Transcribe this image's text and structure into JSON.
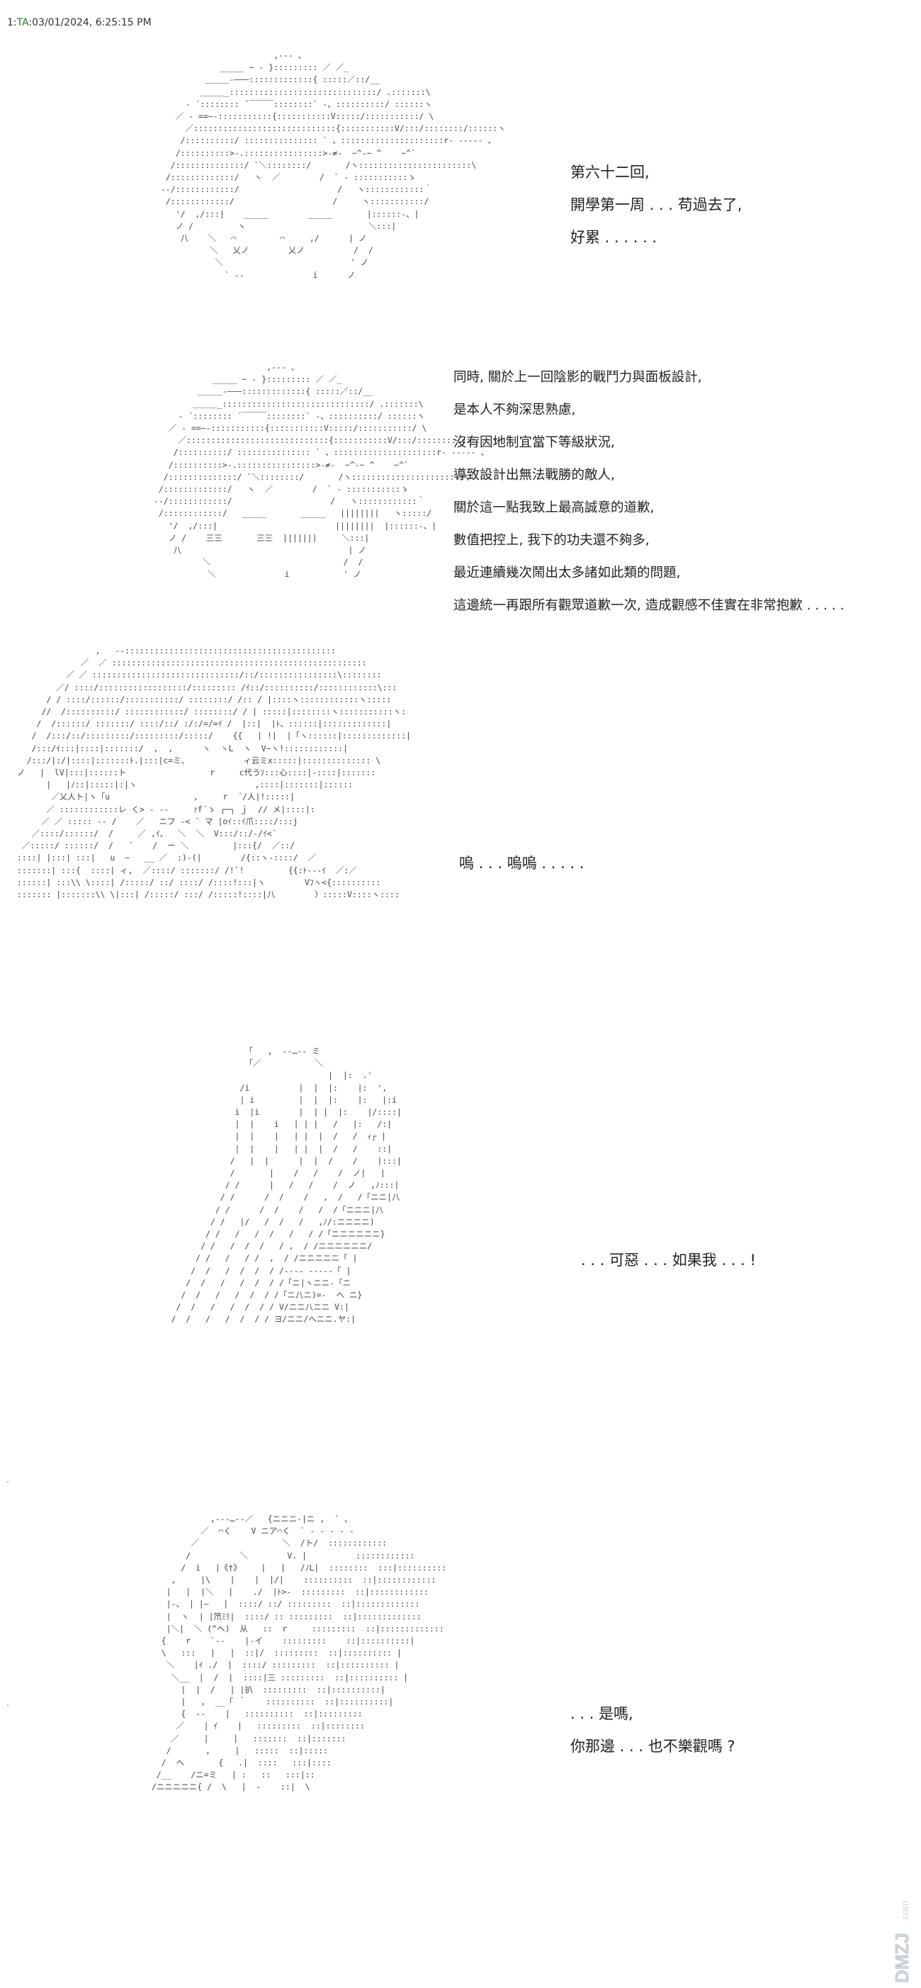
{
  "header": {
    "index": "1:",
    "name": "TA",
    "timestamp": ":03/01/2024, 6:25:15 PM"
  },
  "panels": [
    {
      "art": "                        ,-‐- 、\n             _____ ~ - }::::::::: ／ ／_\n          ＿＿＿-―――:::::::::::::{ :::::／::/__\n         ＿＿＿_::::::::::::::::::::::::::::::/ .:::::::\\\n      ‐ ´:::::::: ´￣￣￣::::::::` ‐、::::::::::/ ::::::ヽ\n    ／ - ==―‐:::::::::::{:::::::::::V:::::/:::::::::::/ \\\n      ／:::::::::::::::::::::::::::::{:::::::::::V/:::/::::::::/::::::ヽ\n     /::::::::::/ ::::::::::::::: ` 、:::::::::::::::::::::r‐ ‐‐‐‐‐ 、\n    /::::::::::>‐.::::::::::::::::>‐≠‐  ~^‐~ ^    ~^`\n   /::::::::::::::/ `＼::::::::/       /ヽ:::::::::::::::::::::::\\\n  /:::::::::::::/   ヽ  ／        /  ` ‐ :::::::::::ゝ\n -‐/::::::::::::/                    /   ヽ::::::::::::｀\n  /::::::::::::/                    /     ヽ:::::::::::/\n    '/  ,/:::|    _____        _____       |::::::‐、|\n    ノ /         ヽ                         ＼:::|\n     八    ＼   ⌒         ⌒     ,/      | ノ\n           ＼   乂ノ        乂ノ          /  /\n            ＼                          ' ノ\n              ` ‐-              i      ノ",
      "captions": [
        "第六十二回,",
        "開學第一周 . . . 苟過去了,",
        "好累 . . . . . ."
      ]
    },
    {
      "art": "                        ,-‐- 、\n             _____ ~ - }::::::::: ／ ／_\n          ＿＿＿-―――:::::::::::::{ :::::／::/__\n         ＿＿＿_::::::::::::::::::::::::::::::/ .:::::::\\\n      ‐ ´:::::::: ´￣￣￣::::::::` ‐、::::::::::/ ::::::ヽ\n    ／ - ==―‐:::::::::::{:::::::::::V:::::/:::::::::::/ \\\n      ／:::::::::::::::::::::::::::::{:::::::::::V/:::/::::::::/::::::ヽ\n     /::::::::::/ ::::::::::::::: ` 、:::::::::::::::::::::r‐ ‐‐‐‐‐ 、\n    /::::::::::>‐.::::::::::::::::>‐≠‐  ~^‐~ ^    ~^`\n   /::::::::::::::/ `＼::::::::/       /ヽ:::::::::::::::::::::::\\\n  /:::::::::::::/   ヽ  ／        /  ` ‐ :::::::::::ゝ\n -‐/::::::::::::/                    /   ヽ::::::::::::｀\n  /::::::::::::/   _____       _____   ||||||||   ヽ:::::/\n    '/  ,/:::|                        ||||||||  |::::::‐、|\n    ノ /    三三       三三  |||||||     ＼:::|\n     八                                  | ノ\n           ＼                           /  /\n            ＼              i           ' ノ",
      "captions": [
        "同時, 關於上一回陰影的戰鬥力與面板設計,",
        "是本人不夠深思熟慮,",
        "沒有因地制宜當下等級狀況,",
        "導致設計出無法戰勝的敵人,",
        "關於這一點我致上最高誠意的道歉,",
        "數值把控上, 我下的功夫還不夠多,",
        "最近連續幾次鬧出太多諸如此類的問題,",
        "這邊統一再跟所有觀眾道歉一次, 造成觀感不佳實在非常抱歉 . . . . ."
      ]
    },
    {
      "art": "                  ,   -‐:::::::::::::::::::::::::::::::::::::::::::\n               ／  ／ ::::::::::::::::::::::::::::::::::::::::::::::::::::\n            ／ ／ ::::::::::::::::::::::::::::::/::/::::::::::::::::\\::::::::\n          ／/ ::::/::::::::::::::::::/::::::::: /ｲ::/::::::::::/::::::::::::\\:::\n        / / ::::/::::::/:::::::::::/ ::::::::/ /:: / |::::ヽ::::::::::::ヽ:::::\n       //  /::::::::::/ ::::::::::::/ ::::::::/ / | :::::|::::::::ヽ:::::::::::ヽ:\n      /  /::::::/ :::::::/ ::::/::/ :/:/=/=ｲ /  |::|  |ﾄ、::::::|:::::::::::::|\n     /  /:::/::/:::::::::/:::::::::/:::::/    {{   | !|  |「ヽ::::::|:::::::::::::|\n     /:::/ｲ:::|::::|:::::::/  ,  ,      ヽ  ヽL  ヽ  V~ヽ!::::::::::::|\n    /:::/|:/|::::|:::::::ﾄ.|:::|c=ミ、           ィ云ミx:::::|:::::::::::::: \\\n  ノ   |  lV|:::|::::::ト                 r     c代うｿ:::心::::|-::::|:::::::\n        |   |ﾉ::|:::::|:|ヽ                        ,::::|:::::::|::::::\n         ／乂人ト|ヽ「u                 ,     r  ´/人|!:::::|\n        ／ ::::::::::::レ く> ‐ ‐-     ｧf´ゝ ┌─┐ ｊ  // メ|::::|:\n       ／ ／ ::::: -‐ /    ／   ニフ ‐< ¨ マ |oｲ::ｲ爪::::/:::j\n     ／::::/::::::/  /     ／ ,ｲ、  ＼  ＼  V:::/::/-/ｲ<¨\n   ／:::::/ ::::::/  /   ´    /  ー ＼         |:::{/  ／::/\n  ::::| |:::| :::|   u  ―   __ ／  :)-(|        /{::ヽ-::::/  ／\n  :::::::| :::{  ::::| ィ,  ／::::/ :::::::/ /!`!         {{:ﾄ‐‐-ｲ  ／:／\n  ::::::| :::\\\\ \\::::| /:::::/ ::/ ::::/ /::::!:::|ヽ        Vﾌヽ<{::::::::::\n  ::::::: |:::::::\\\\ \\|:::| /:::::/ :::/ /:::::!::::|八        〉:::::V::::ヽ::::",
      "captions": [
        "嗚 . . . 嗚嗚 . . . . ."
      ]
    },
    {
      "art": "                     「   ,  ‐‐…‐‐ ミ\n                     「／           ＼\n                                      |  |:  .'\n                    /i          |  |  |:    |:  ',\n                    | i         |  |  |:    |:   |:i\n                   i  |i        |  | |  |:    |/::::|\n                   |  |    i   | | |   /   |:   /:|\n                   |  |    |   | |  |  /   /  ｨ┌ |\n                   |  |    |   | |  |  /   /    ::|\n                  /   |  |      |  |  /    /    |:::|\n                  /       |    /   /    /  ノ|   |\n                 / /      |   /   /    /  ノ   ,ﾉ:::|\n                / /      /  /    /   ,  /   /「ニニ|八\n               / /      /  /    /   /  /「ニニニ|八\n              / /   |/   /  /   /   ,ﾉ/:ニニニニ)\n             / /   /   /  /   /   / /「ニニニニニニ}\n            / /   /  /  /   / ,  / /ニニニニニニ/\n           / /   /   / /  ,  / /ニニニニニ「 |\n          /  /   /  /  /  / /‐‐‐‐ ‐‐‐‐‐「 |\n         /  /   /   /  /  / /「ニ|ヽニニ-「ニ\n        /  /   /   /  /  / /「ニ八ニ)=‐  ヘ ニ}\n       /  /   /   /  /  / / V/ニニ八ニニ V:|\n      /  /   /   /  /  / / ヨ/ニニ/へニニ.ヤ:|",
      "captions": [
        ". . . 可惡 . . . 如果我 . . . !"
      ]
    },
    {
      "art": "              ,-‐‐…‐-／   {ニニニ-|ニ ,  ` 、\n            ／  ⌒く    V ニア⌒く  ` ‐ ‐ ‐ ‐ ‐\n          ／                 ＼  /ト/  ::::::::::::\n         /          ＼        V. |          ::::::::::::\n        /  i   |《†》    |   |   /ﾉL|  ::::::::  :::|::::::::::\n      ,     |\\    |    |  |/|    ::::::::::  ::|::::::::::::\n     |   |  |＼   |    ./  |ﾄ>‐  :::::::::  ::|::::::::::::\n     |‐、 | |―   |  ::::/ ::/ :::::::::  ::|:::::::::::::\n     |  ヽ  | |笊ﾐﾘ|  ::::/ :: :::::::::  ::|:::::::::::::\n     |＼|  ＼ (^ヘ)  从   ::  r     :::::::::  ::|:::::::::::::\n    {    r    `‐‐    |-イ    :::::::::    ::|::::::::::|\n    \\   :::   |   |  ::|/  :::::::::  ::|:::::::::: |\n     ＼    |ｲ ./  |  ::::/ :::::::::  ::|:::::::::: |\n      ＼__  |  /  |  ::::|三 :::::::::  ::|:::::::::: |\n        |  |  /   | |扒  :::::::::  ::|::::::::::|\n        |   ,  __「 ＾    ::::::::::  ::|::::::::::|\n        {  ‐-    |   ::::::::::  ::|:::::::::\n       ／    | ｲ    |   :::::::::  ::|::::::::\n      ／     |     |   :::::::  ::|:::::::\n     /       ,     |   :::::  ::|:::::\n    /  ヘ       {   .|  ::::   :::|::::\n   /__    /ニ=ミ   | :   ::   :::|::\n  /ニニニニニ{ /  \\   |  ‐    ::|  \\",
      "captions": [
        ". . . 是嗎,",
        "你那邊 . . . 也不樂觀嗎 ?"
      ]
    }
  ],
  "watermark": {
    "text": "DMZJ.com"
  }
}
